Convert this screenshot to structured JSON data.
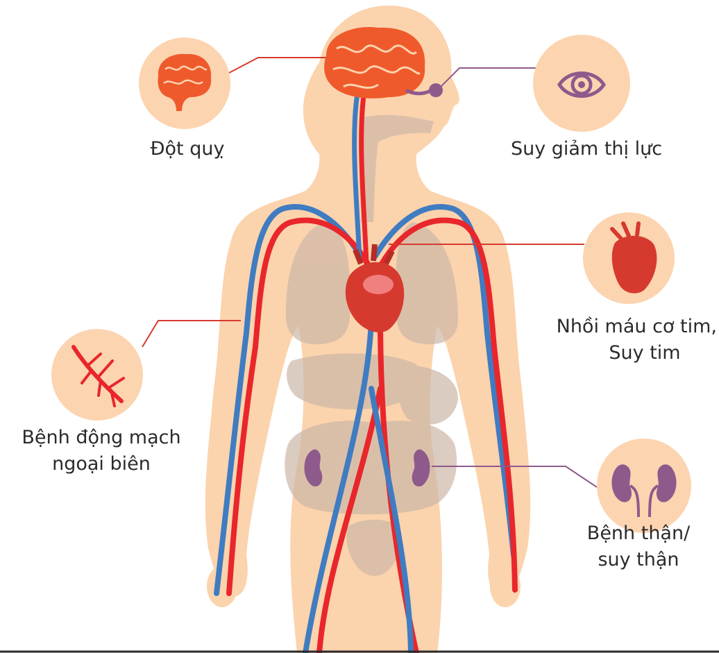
{
  "labels": {
    "stroke": "Đột quỵ",
    "vision": "Suy giảm thị lực",
    "heart_line1": "Nhồi máu cơ tim,",
    "heart_line2": "Suy tim",
    "pad_line1": "Bệnh động mạch",
    "pad_line2": "ngoại biên",
    "kidney_line1": "Bệnh thận/",
    "kidney_line2": "suy thận"
  },
  "colors": {
    "skin": "#fbd3ad",
    "circle": "#fcd4b0",
    "artery": "#e8262b",
    "vein": "#3f7cc1",
    "organ_gray": "#cdb7a7",
    "brain": "#ef5a2c",
    "heart": "#d63a2f",
    "kidney": "#8e5a8c",
    "eye": "#8e5a8c",
    "connector_red": "#d63a2f",
    "connector_purple": "#8e5a8c"
  },
  "icons": [
    "brain-icon",
    "eye-icon",
    "heart-icon",
    "artery-icon",
    "kidney-icon"
  ]
}
